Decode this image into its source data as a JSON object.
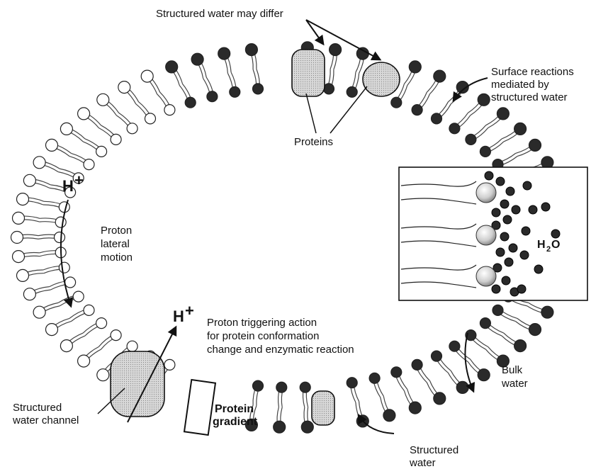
{
  "labels": {
    "structured_water_may_differ": "Structured water may differ",
    "surface_reactions": [
      "Surface reactions",
      "mediated by",
      "structured water"
    ],
    "proteins": "Proteins",
    "h_plus_left": "H",
    "h_plus_bottom": "H",
    "plus_sign": "+",
    "proton_lateral_motion": [
      "Proton",
      "lateral",
      "motion"
    ],
    "proton_triggering": [
      "Proton triggering action",
      "for protein conformation",
      "change and enzymatic reaction"
    ],
    "protein_gradient": [
      "Protein",
      "gradient"
    ],
    "structured_water_channel": [
      "Structured",
      "water channel"
    ],
    "bulk_water": [
      "Bulk",
      "water"
    ],
    "structured_water_bottom": [
      "Structured",
      "water"
    ],
    "h2o_h": "H",
    "h2o_sub": "2",
    "h2o_o": "O"
  },
  "colors": {
    "dark_head": "#2a2a2a",
    "light_head": "#ffffff",
    "protein_fill": "#cfcfcf",
    "line": "#111111"
  }
}
